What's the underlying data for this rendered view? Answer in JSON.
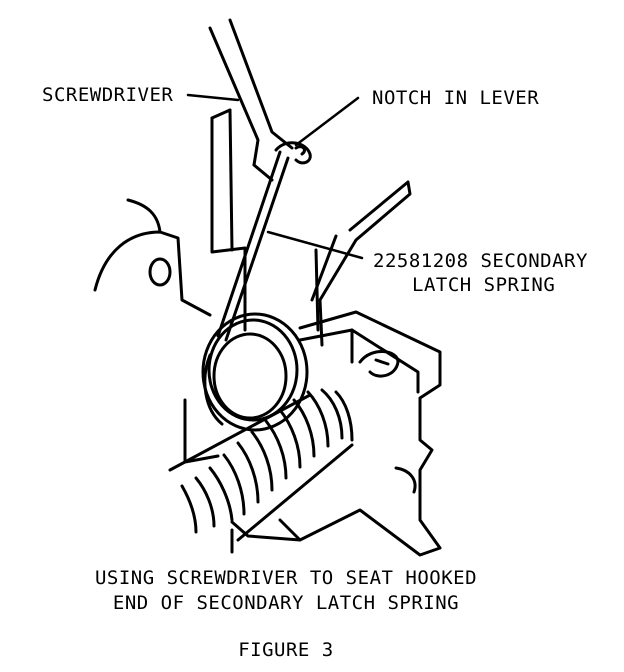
{
  "labels": {
    "screwdriver": "SCREWDRIVER",
    "notch": "NOTCH IN LEVER",
    "spring_line1": "22581208 SECONDARY",
    "spring_line2": "LATCH SPRING"
  },
  "caption": {
    "line1": "USING SCREWDRIVER TO SEAT HOOKED",
    "line2": "END OF SECONDARY LATCH SPRING"
  },
  "figure_label": "FIGURE 3"
}
